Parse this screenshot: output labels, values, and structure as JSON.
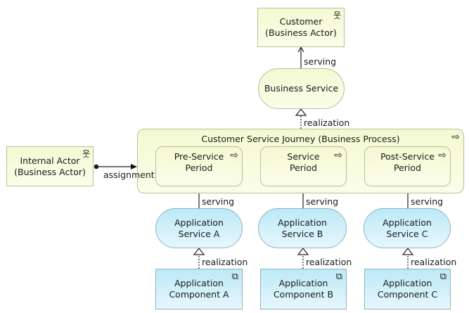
{
  "nodes": {
    "customer": {
      "label": "Customer\n(Business Actor)",
      "icon": "actor-icon"
    },
    "business_service": {
      "label": "Business Service"
    },
    "process": {
      "label": "Customer Service Journey (Business Process)",
      "icon": "process-arrow-icon"
    },
    "pre_service": {
      "label": "Pre-Service\nPeriod",
      "icon": "process-arrow-icon"
    },
    "service_period": {
      "label": "Service\nPeriod",
      "icon": "process-arrow-icon"
    },
    "post_service": {
      "label": "Post-Service\nPeriod",
      "icon": "process-arrow-icon"
    },
    "internal_actor": {
      "label": "Internal Actor\n(Business Actor)",
      "icon": "actor-icon"
    },
    "app_service_a": {
      "label": "Application\nService A"
    },
    "app_service_b": {
      "label": "Application\nService B"
    },
    "app_service_c": {
      "label": "Application\nService C"
    },
    "app_component_a": {
      "label": "Application\nComponent A",
      "icon": "component-icon"
    },
    "app_component_b": {
      "label": "Application\nComponent B",
      "icon": "component-icon"
    },
    "app_component_c": {
      "label": "Application\nComponent C",
      "icon": "component-icon"
    }
  },
  "relations": {
    "serving": "serving",
    "realization": "realization",
    "assignment": "assignment"
  },
  "icons": {
    "actor": "웃",
    "process": "⇨",
    "component": "⧉"
  },
  "colors": {
    "business_fill": "#f4f9d2",
    "application_fill": "#bde9f7",
    "line": "#222222"
  }
}
